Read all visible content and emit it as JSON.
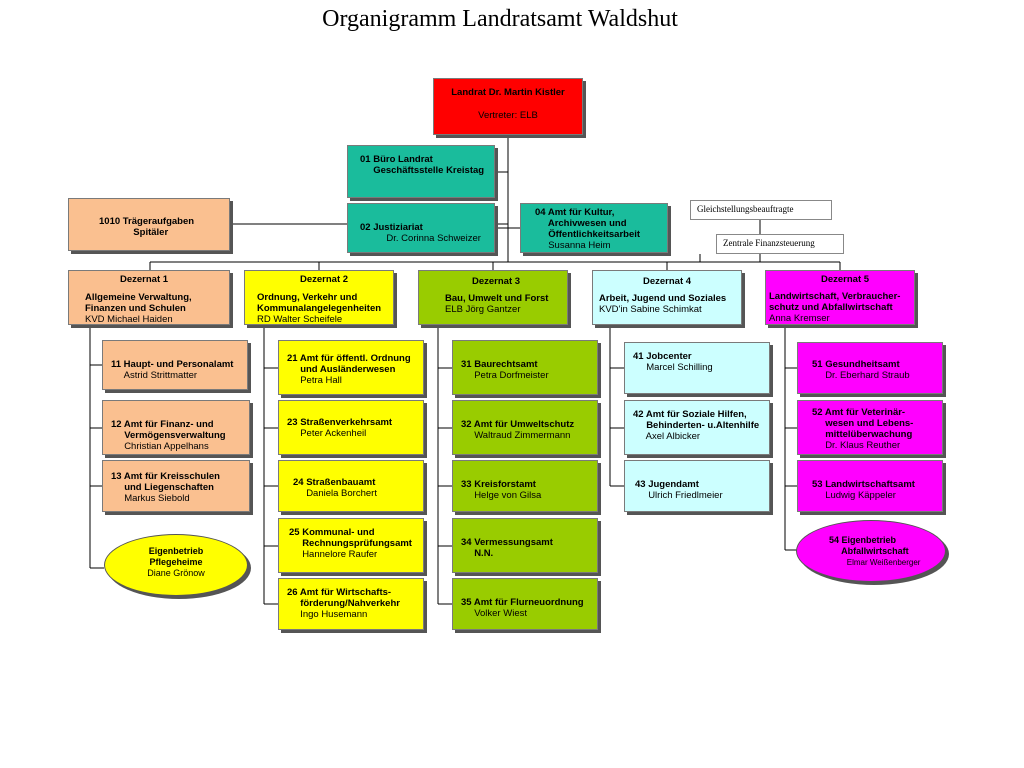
{
  "title": "Organigramm Landratsamt Waldshut",
  "colors": {
    "landrat": "#ff0000",
    "buero": "#1abc9c",
    "traeger": "#fac090",
    "dez1_unit": "#fac090",
    "dez1_head": "#fabf8f",
    "dez2": "#ffff00",
    "dez3": "#99cc00",
    "dez4": "#ccffff",
    "dez5": "#ff00ff",
    "line": "#000000"
  },
  "top": {
    "landrat": {
      "title": "Landrat Dr. Martin Kistler",
      "person": "Vertreter: ELB"
    },
    "buero": {
      "title": "01 Büro Landrat\n     Geschäftsstelle Kreistag",
      "person": ""
    },
    "justiziariat": {
      "title": "02 Justiziariat",
      "person": "          Dr. Corinna Schweizer"
    },
    "kultur": {
      "title": "04 Amt für Kultur,\n     Archivwesen und\n     Öffentlichkeitsarbeit",
      "person": "     Susanna Heim"
    },
    "traeger": {
      "title": "1010 Trägeraufgaben\n             Spitäler",
      "person": ""
    },
    "gleichstellung": "Gleichstellungsbeauftragte",
    "finanzsteuerung": "Zentrale Finanzsteuerung"
  },
  "dezernate": [
    {
      "head": "Dezernat 1",
      "body": "Allgemeine Verwaltung,\nFinanzen und Schulen",
      "person": "KVD Michael Haiden"
    },
    {
      "head": "Dezernat 2",
      "body": "Ordnung, Verkehr und\nKommunalangelegenheiten",
      "person": "RD Walter Scheifele"
    },
    {
      "head": "Dezernat 3",
      "body": "Bau, Umwelt und Forst",
      "person": "ELB Jörg Gantzer"
    },
    {
      "head": "Dezernat 4",
      "body": "Arbeit, Jugend und Soziales",
      "person": "KVD'in Sabine Schimkat"
    },
    {
      "head": "Dezernat 5",
      "body": "Landwirtschaft, Verbraucher-\nschutz und Abfallwirtschaft",
      "person": "Anna Kremser"
    }
  ],
  "aemter": {
    "d1": [
      {
        "title": "11 Haupt- und Personalamt",
        "person": "     Astrid Strittmatter"
      },
      {
        "title": "12 Amt für Finanz- und\n     Vermögensverwaltung",
        "person": "     Christian Appelhans"
      },
      {
        "title": "13 Amt für Kreisschulen\n     und Liegenschaften",
        "person": "     Markus Siebold"
      }
    ],
    "d1_eigenbetrieb": {
      "title": "Eigenbetrieb\nPflegeheime",
      "person": "Diane Grönow"
    },
    "d2": [
      {
        "title": "21 Amt für öffentl. Ordnung\n     und Ausländerwesen",
        "person": "     Petra Hall"
      },
      {
        "title": "23 Straßenverkehrsamt",
        "person": "     Peter Ackenheil"
      },
      {
        "title": "24 Straßenbauamt",
        "person": "     Daniela Borchert"
      },
      {
        "title": "25 Kommunal- und\n     Rechnungsprüfungsamt",
        "person": "     Hannelore Raufer"
      },
      {
        "title": "26 Amt für Wirtschafts-\n     förderung/Nahverkehr",
        "person": "     Ingo Husemann"
      }
    ],
    "d3": [
      {
        "title": "31 Baurechtsamt",
        "person": "     Petra Dorfmeister"
      },
      {
        "title": "32 Amt für Umweltschutz",
        "person": "     Waltraud Zimmermann"
      },
      {
        "title": "33 Kreisforstamt",
        "person": "     Helge von Gilsa"
      },
      {
        "title": "34 Vermessungsamt\n     N.N.",
        "person": ""
      },
      {
        "title": "35 Amt für Flurneuordnung",
        "person": "     Volker Wiest"
      }
    ],
    "d4": [
      {
        "title": "41 Jobcenter",
        "person": "     Marcel Schilling"
      },
      {
        "title": "42 Amt für Soziale Hilfen,\n     Behinderten- u.Altenhilfe",
        "person": "     Axel Albicker"
      },
      {
        "title": "43 Jugendamt",
        "person": "     Ulrich Friedlmeier"
      }
    ],
    "d5": [
      {
        "title": "51 Gesundheitsamt",
        "person": "     Dr. Eberhard Straub"
      },
      {
        "title": "52 Amt für Veterinär-\n     wesen und Lebens-\n     mittelüberwachung",
        "person": "     Dr. Klaus Reuther"
      },
      {
        "title": "53 Landwirtschaftsamt",
        "person": "     Ludwig Käppeler"
      }
    ],
    "d5_eigenbetrieb": {
      "title": "54 Eigenbetrieb\n     Abfallwirtschaft",
      "person": "        Elmar Weißenberger"
    }
  }
}
